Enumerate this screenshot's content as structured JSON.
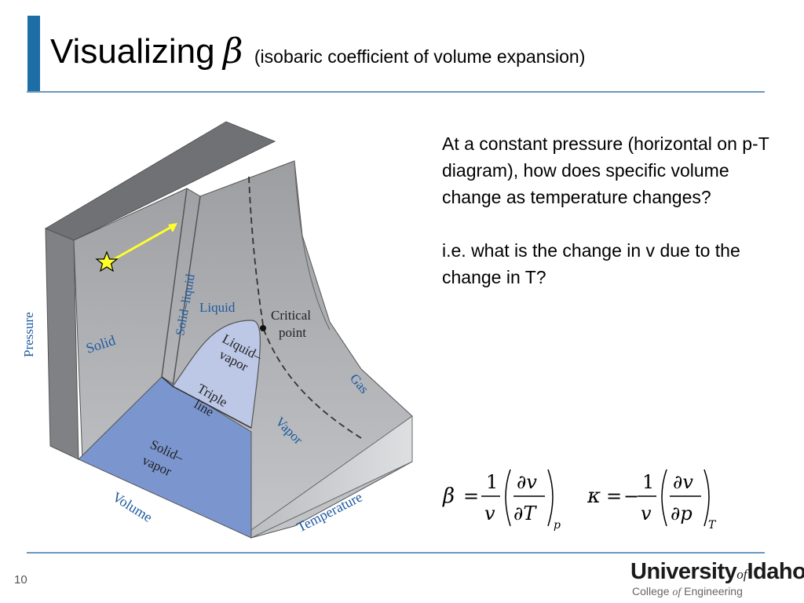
{
  "title": {
    "main": "Visualizing",
    "symbol": "β",
    "subtitle": "(isobaric coefficient of volume expansion)"
  },
  "diagram": {
    "axis_pressure": "Pressure",
    "axis_volume": "Volume",
    "axis_temperature": "Temperature",
    "region_solid": "Solid",
    "region_liquid": "Liquid",
    "region_solid_liquid": "Solid–liquid",
    "region_liquid_vapor_1": "Liquid–",
    "region_liquid_vapor_2": "vapor",
    "region_triple_1": "Triple",
    "region_triple_2": "line",
    "region_solid_vapor_1": "Solid–",
    "region_solid_vapor_2": "vapor",
    "region_vapor": "Vapor",
    "region_gas": "Gas",
    "critical_point_1": "Critical",
    "critical_point_2": "point",
    "colors": {
      "surface": "#a9abae",
      "solid_vapor": "#7b96cf",
      "liquid_vapor": "#bdc8e7",
      "label_blue": "#1e5aa0",
      "arrow": "#ffff2a"
    }
  },
  "body": {
    "paragraph_1": "At a constant pressure (horizontal on p-T diagram), how does specific volume change as temperature changes?",
    "paragraph_2": "i.e. what is the change in v due to the change in T?"
  },
  "formula": {
    "beta": "β",
    "kappa": "κ",
    "equals": "=",
    "minus": "−",
    "one": "1",
    "v": "v",
    "dv": "∂v",
    "dT": "∂T",
    "dp": "∂p",
    "sub_p": "p",
    "sub_T": "T"
  },
  "footer": {
    "page_number": "10",
    "logo_main": "University",
    "logo_of": "of",
    "logo_main_2": "Idaho",
    "logo_sub_1": "College",
    "logo_sub_of": "of",
    "logo_sub_2": "Engineering"
  }
}
